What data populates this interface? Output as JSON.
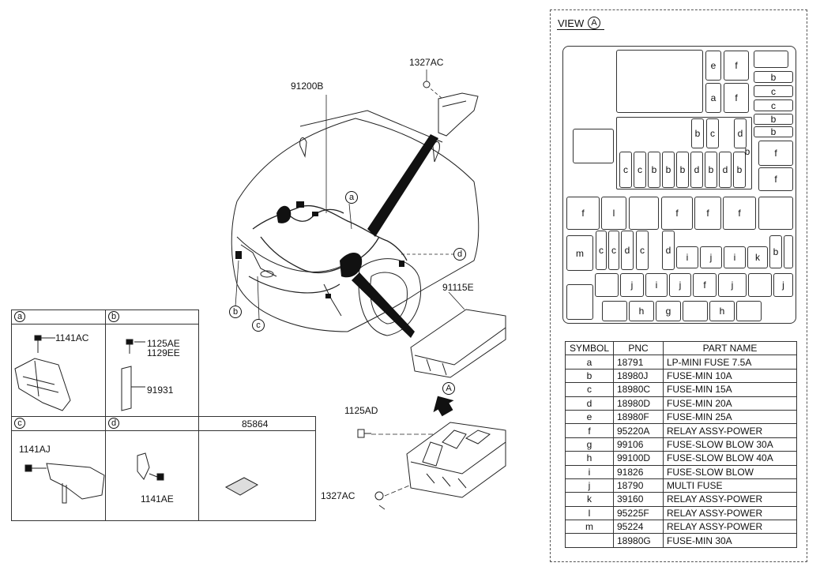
{
  "callouts": {
    "harness": "91200B",
    "clip_top": "1327AC",
    "fuse_cover": "91115E",
    "bolt": "1125AD",
    "clip_bottom": "1327AC",
    "view_marker": "A",
    "c_a": "a",
    "c_b": "b",
    "c_c": "c",
    "c_d": "d"
  },
  "insets": {
    "a": {
      "letter": "a",
      "part": "1141AC"
    },
    "b": {
      "letter": "b",
      "part1": "1125AE",
      "part2": "1129EE",
      "part3": "91931"
    },
    "c": {
      "letter": "c",
      "part": "1141AJ"
    },
    "d": {
      "letter": "d",
      "part": "1141AE"
    },
    "e": {
      "title": "85864"
    }
  },
  "view": {
    "prefix": "VIEW",
    "letter": "A"
  },
  "fuse_labels": {
    "e1": "e",
    "f1": "f",
    "a1": "a",
    "f2": "f",
    "b1": "b",
    "c1": "c",
    "c2": "c",
    "b2": "b",
    "b3": "b",
    "bc_b": "b",
    "bc_c": "c",
    "bc_d": "d",
    "r1": [
      "c",
      "c",
      "b",
      "b",
      "b",
      "d",
      "b",
      "d",
      "b",
      "b"
    ],
    "fr1": "f",
    "fr2": "f",
    "row3": [
      "f",
      "l",
      "f",
      "f",
      "f"
    ],
    "row4_m": "m",
    "row4": [
      "c",
      "c",
      "d",
      "c",
      "d"
    ],
    "row4b": [
      "i",
      "j",
      "i",
      "k",
      "b"
    ],
    "row5": [
      "j",
      "i",
      "j",
      "f",
      "j",
      "j"
    ],
    "row6": [
      "h",
      "g",
      "h"
    ]
  },
  "table": {
    "headers": [
      "SYMBOL",
      "PNC",
      "PART NAME"
    ],
    "rows": [
      [
        "a",
        "18791",
        "LP-MINI FUSE 7.5A"
      ],
      [
        "b",
        "18980J",
        "FUSE-MIN 10A"
      ],
      [
        "c",
        "18980C",
        "FUSE-MIN 15A"
      ],
      [
        "d",
        "18980D",
        "FUSE-MIN 20A"
      ],
      [
        "e",
        "18980F",
        "FUSE-MIN 25A"
      ],
      [
        "f",
        "95220A",
        "RELAY ASSY-POWER"
      ],
      [
        "g",
        "99106",
        "FUSE-SLOW BLOW 30A"
      ],
      [
        "h",
        "99100D",
        "FUSE-SLOW BLOW 40A"
      ],
      [
        "i",
        "91826",
        "FUSE-SLOW BLOW"
      ],
      [
        "j",
        "18790",
        "MULTI FUSE"
      ],
      [
        "k",
        "39160",
        "RELAY ASSY-POWER"
      ],
      [
        "l",
        "95225F",
        "RELAY ASSY-POWER"
      ],
      [
        "m",
        "95224",
        "RELAY ASSY-POWER"
      ],
      [
        "",
        "18980G",
        "FUSE-MIN 30A"
      ]
    ]
  }
}
